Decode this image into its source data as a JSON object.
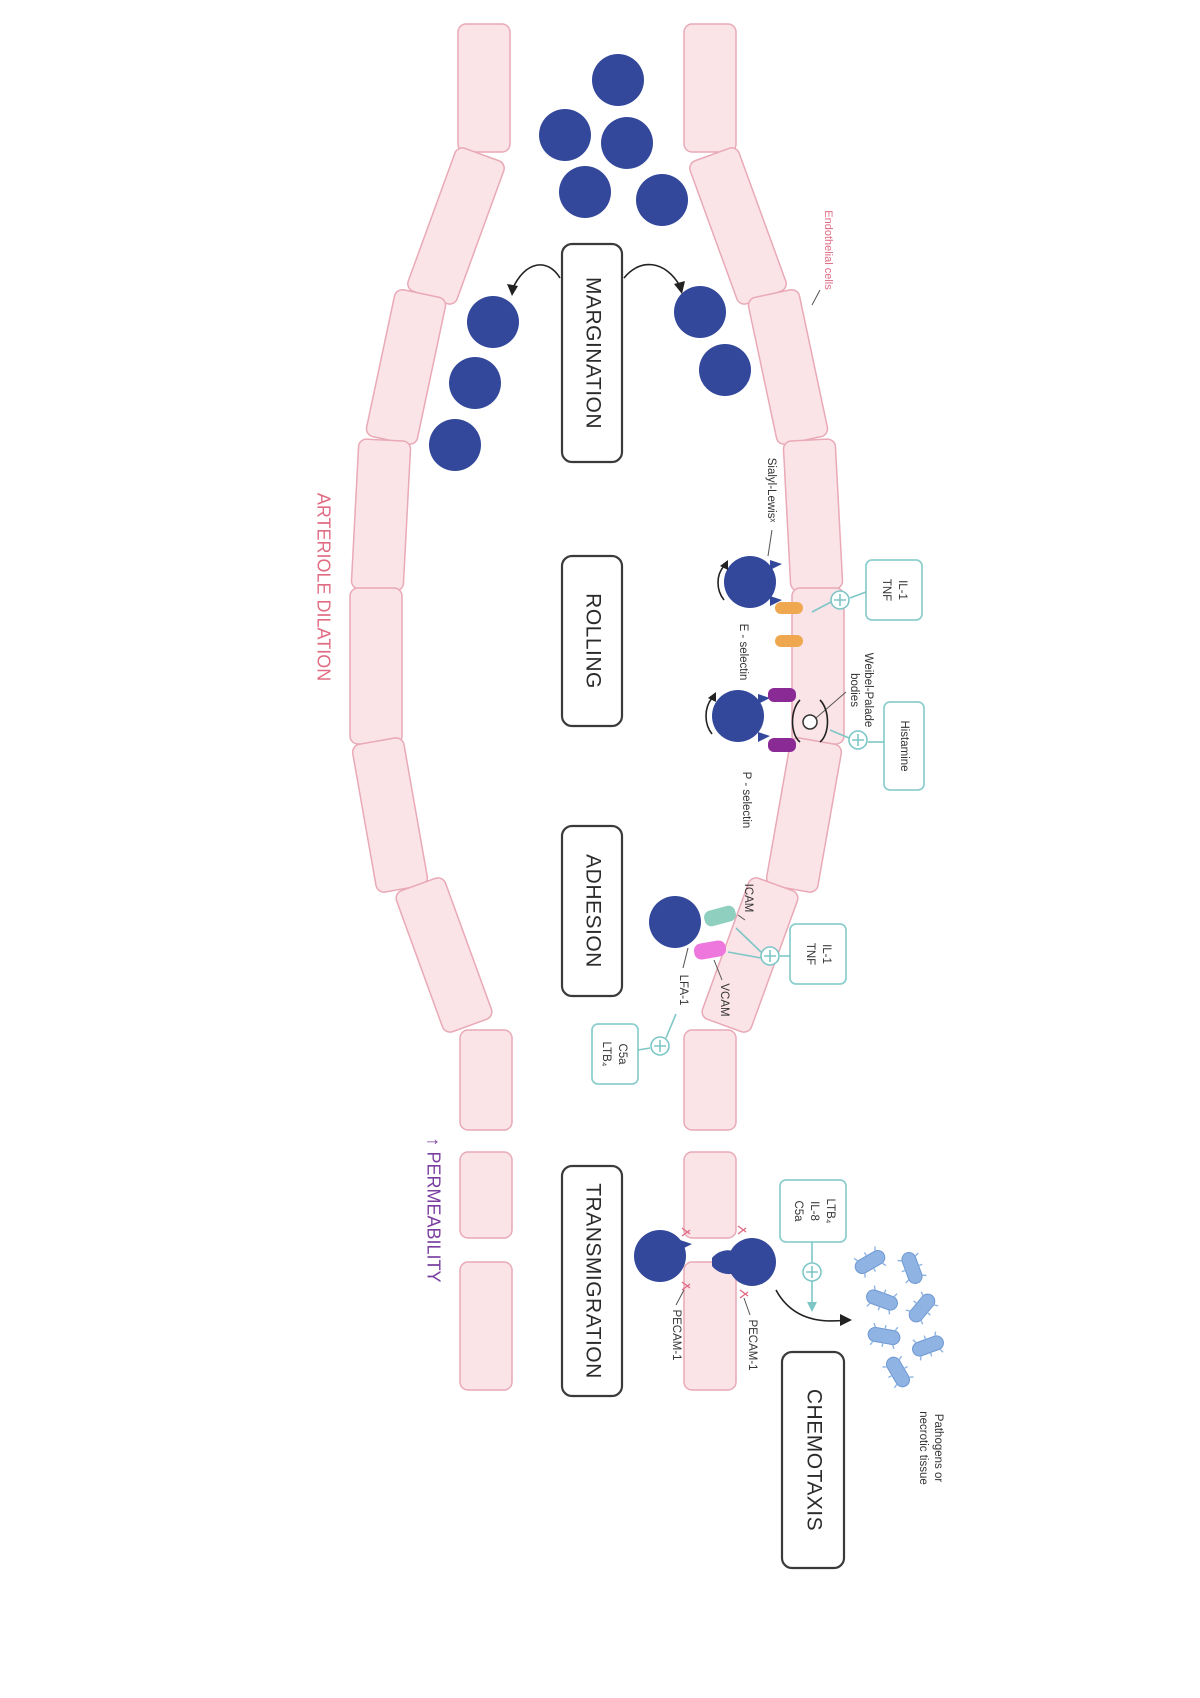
{
  "stages": {
    "margination": "MARGINATION",
    "rolling": "ROLLING",
    "adhesion": "ADHESION",
    "transmigration": "TRANSMIGRATION",
    "chemotaxis": "CHEMOTAXIS"
  },
  "labels": {
    "arteriole_dilation": "ARTERIOLE DILATION",
    "permeability": "↑ PERMEABILITY",
    "endothelial_cells": "Endothelial cells",
    "sialyl_lewis": "Sialyl-Lewisˣ",
    "e_selectin": "E - selectin",
    "p_selectin": "P - selectin",
    "weibel_palade_line1": "Weibel-Palade",
    "weibel_palade_line2": "bodies",
    "icam": "ICAM",
    "vcam": "VCAM",
    "lfa1": "LFA-1",
    "pecam_top": "PECAM-1",
    "pecam_bottom": "PECAM-1",
    "pathogens_line1": "Pathogens or",
    "pathogens_line2": "necrotic tissue"
  },
  "mediators": {
    "rolling_cytokines": [
      "IL-1",
      "TNF"
    ],
    "histamine": "Histamine",
    "adhesion_cytokines": [
      "IL-1",
      "TNF"
    ],
    "adhesion_chemo": [
      "C5a",
      "LTB₄"
    ],
    "transmigration_chemo": [
      "LTB₄",
      "IL-8",
      "C5a"
    ]
  },
  "colors": {
    "leukocyte": "#33489a",
    "endothelium_fill": "#fbe4e8",
    "endothelium_stroke": "#e9a9b6",
    "e_selectin": "#f0a850",
    "p_selectin": "#8a2b95",
    "icam": "#8fcfbf",
    "vcam": "#ee77dd",
    "mediator_teal": "#7ec6c6",
    "arteriole_label": "#e06c84",
    "permeability_label": "#7a3ea1",
    "pathogen": "#8fb4e3"
  }
}
